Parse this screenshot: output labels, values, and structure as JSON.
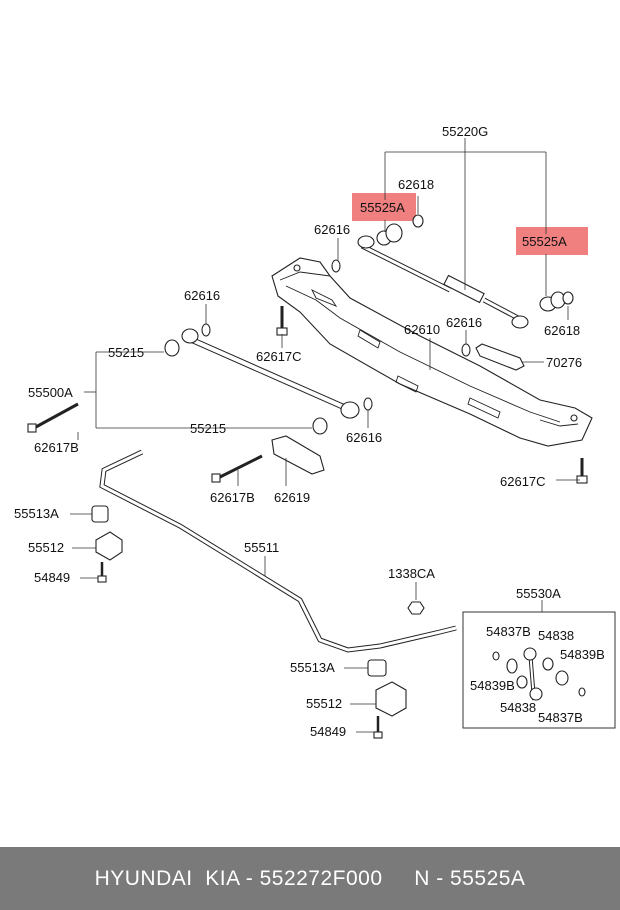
{
  "labels": {
    "l55220G": "55220G",
    "l62618_top": "62618",
    "l55525A_left": "55525A",
    "l55525A_right": "55525A",
    "l62616_a": "62616",
    "l62616_b": "62616",
    "l62616_c": "62616",
    "l62616_d": "62616",
    "l62618_right": "62618",
    "l62617C_left": "62617C",
    "l62617C_right": "62617C",
    "l62610": "62610",
    "l70276": "70276",
    "l55215_top": "55215",
    "l55215_bottom": "55215",
    "l55500A": "55500A",
    "l62617B_left": "62617B",
    "l62617B_mid": "62617B",
    "l62619": "62619",
    "l55513A_left": "55513A",
    "l55513A_right": "55513A",
    "l55512_left": "55512",
    "l55512_right": "55512",
    "l54849_left": "54849",
    "l54849_right": "54849",
    "l55511": "55511",
    "l1338CA": "1338CA",
    "l55530A": "55530A",
    "l54837B_a": "54837B",
    "l54837B_b": "54837B",
    "l54838_a": "54838",
    "l54838_b": "54838",
    "l54839B_a": "54839B",
    "l54839B_b": "54839B"
  },
  "highlight_color": "#f08080",
  "footer": {
    "text": "HYUNDAI  KIA - 552272F000     N - 55525A"
  }
}
